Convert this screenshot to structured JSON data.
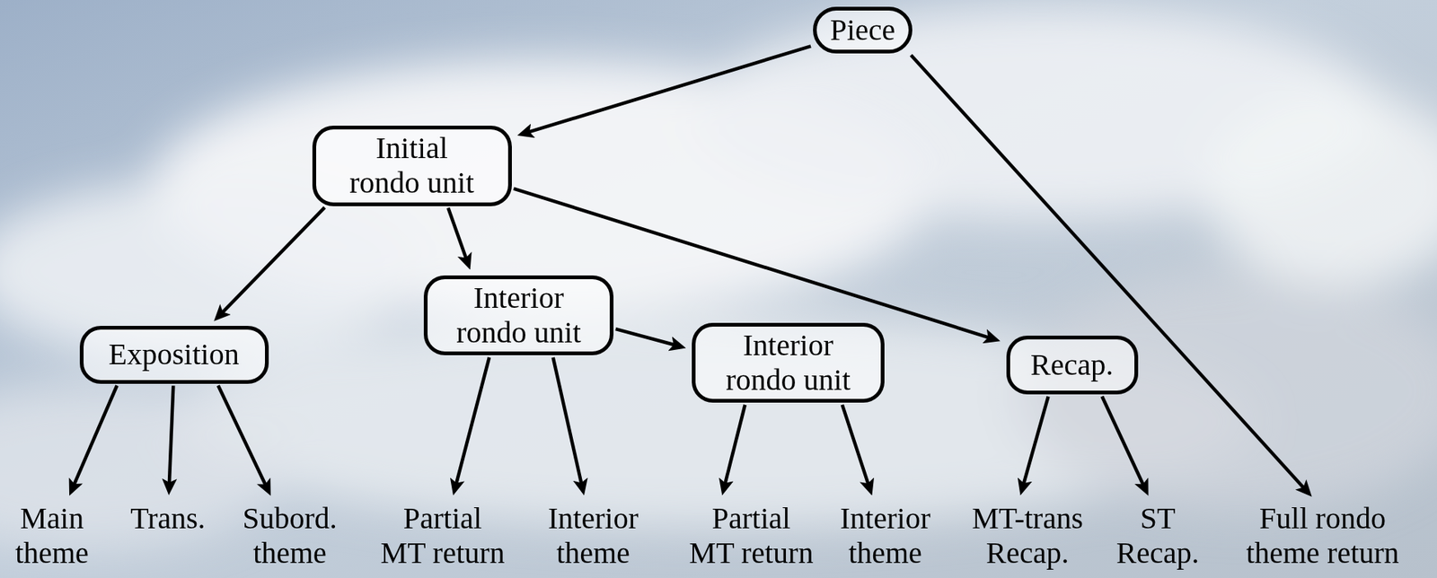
{
  "diagram": {
    "nodes": [
      {
        "text": [
          "Piece"
        ]
      },
      {
        "text": [
          "Initial rondo unit"
        ]
      },
      {
        "text": [
          "Exposition"
        ]
      },
      {
        "text": [
          "Interior rondo unit"
        ]
      },
      {
        "text": [
          "Interior rondo unit"
        ]
      },
      {
        "text": [
          "Recap."
        ]
      },
      {
        "text": [
          "Main theme"
        ]
      },
      {
        "text": [
          "Trans."
        ]
      },
      {
        "text": [
          "Subord. theme"
        ]
      },
      {
        "text": [
          "Partial MT return"
        ]
      },
      {
        "text": [
          "Interior theme"
        ]
      },
      {
        "text": [
          "Partial MT return"
        ]
      },
      {
        "text": [
          "Interior theme"
        ]
      },
      {
        "text": [
          "MT-trans Recap."
        ]
      },
      {
        "text": [
          "ST Recap."
        ]
      },
      {
        "text": [
          "Full rondo theme return"
        ]
      }
    ],
    "edges": [
      {
        "from": 0,
        "to": 1,
        "arrow": "to"
      },
      {
        "from": 0,
        "to": 15,
        "arrow": "to"
      },
      {
        "from": 1,
        "to": 2,
        "arrow": "to"
      },
      {
        "from": 1,
        "to": 3,
        "arrow": "to"
      },
      {
        "from": 1,
        "to": 5,
        "arrow": "to"
      },
      {
        "from": 2,
        "to": 6,
        "arrow": "to"
      },
      {
        "from": 2,
        "to": 7,
        "arrow": "to"
      },
      {
        "from": 2,
        "to": 8,
        "arrow": "to"
      },
      {
        "from": 3,
        "to": 4,
        "arrow": "to"
      },
      {
        "from": 3,
        "to": 9,
        "arrow": "to"
      },
      {
        "from": 3,
        "to": 10,
        "arrow": "to"
      },
      {
        "from": 4,
        "to": 11,
        "arrow": "to"
      },
      {
        "from": 4,
        "to": 12,
        "arrow": "to"
      },
      {
        "from": 5,
        "to": 13,
        "arrow": "to"
      },
      {
        "from": 5,
        "to": 14,
        "arrow": "to"
      }
    ]
  }
}
